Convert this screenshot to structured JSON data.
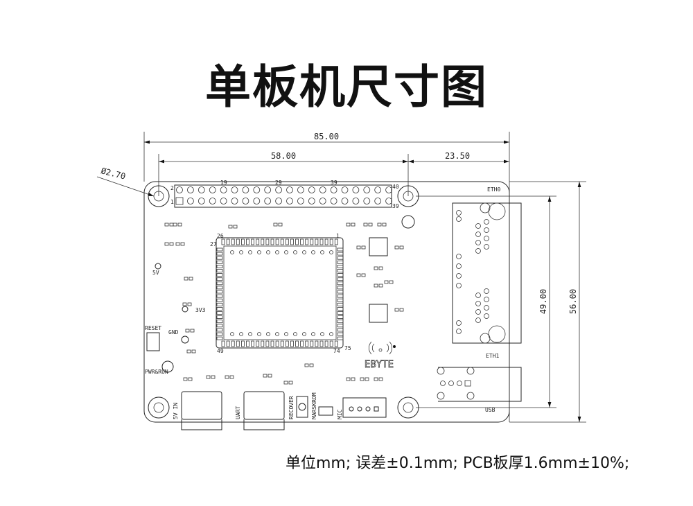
{
  "title": "单板机尺寸图",
  "note": "单位mm; 误差±0.1mm; PCB板厚1.6mm±10%;",
  "dimensions": {
    "overall_width": "85.00",
    "hole_spacing_x": "58.00",
    "right_offset": "23.50",
    "hole_spacing_y": "49.00",
    "overall_height": "56.00",
    "hole_diameter": "Ø2.70"
  },
  "header_labels": {
    "p2": "2",
    "p1": "1",
    "p19": "19",
    "p29": "29",
    "p39": "39",
    "p40": "40",
    "p39b": "39"
  },
  "chip_pin_labels": {
    "p1": "1",
    "p26": "26",
    "p27": "27",
    "p49": "49",
    "p74": "74",
    "p75": "75"
  },
  "silkscreen": {
    "eth0": "ETH0",
    "eth1": "ETH1",
    "usb": "USB",
    "v5": "5V",
    "v3v3": "3V3",
    "gnd": "GND",
    "reset": "RESET",
    "pwr_run": "PWR&RUN",
    "v5_in": "5V IN",
    "uart": "UART",
    "recover": "RECOVER",
    "maskrom": "MARSKROM",
    "mic": "MIC",
    "logo": "EBYTE"
  }
}
